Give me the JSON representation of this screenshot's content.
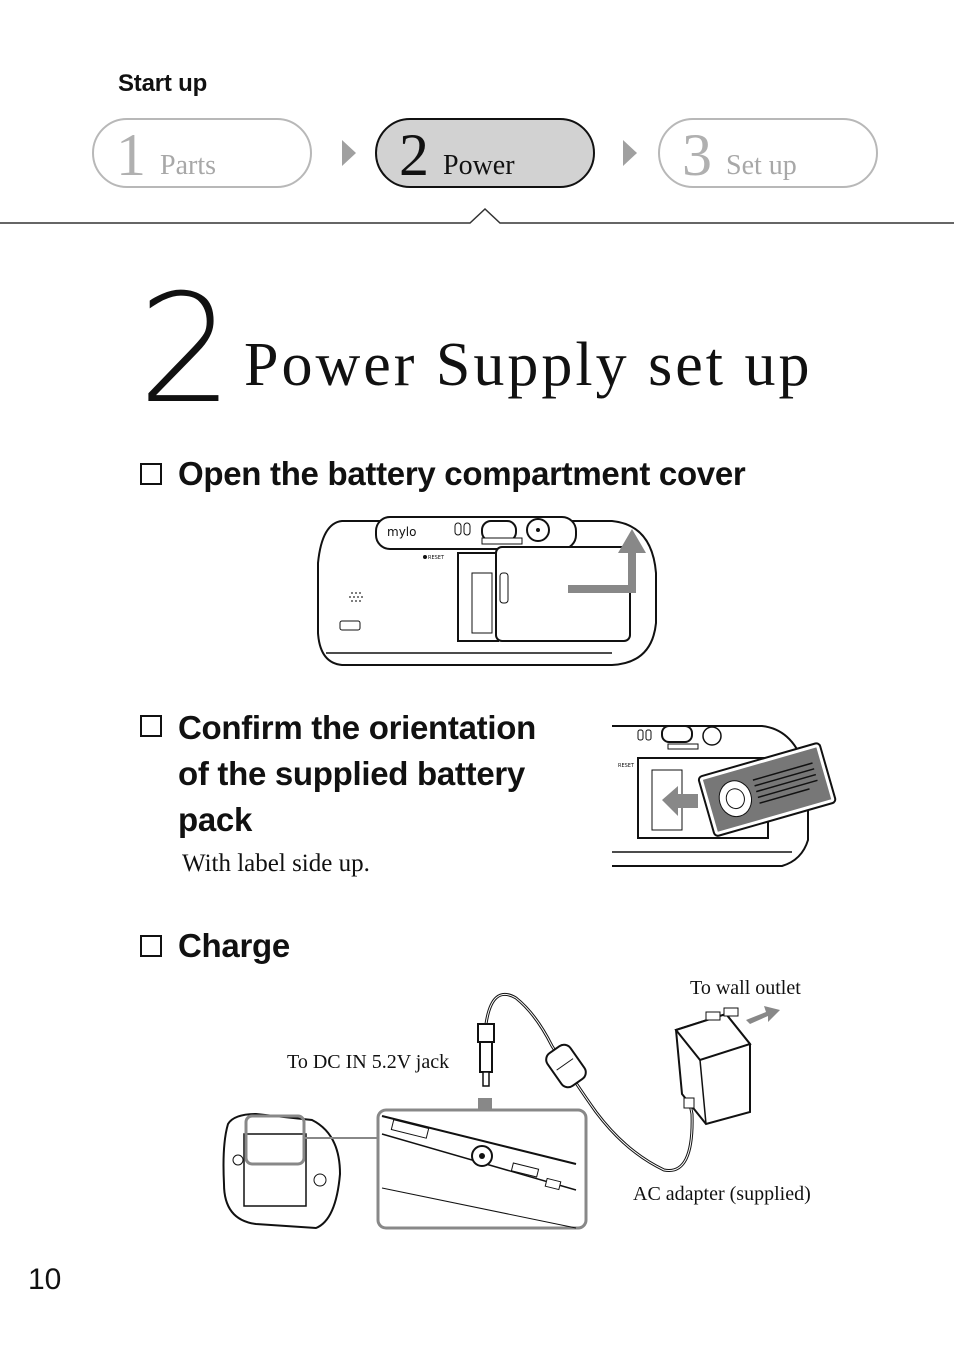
{
  "header": {
    "section_label": "Start up",
    "steps": [
      {
        "num": "1",
        "label": "Parts",
        "active": false
      },
      {
        "num": "2",
        "label": "Power",
        "active": true
      },
      {
        "num": "3",
        "label": "Set up",
        "active": false
      }
    ]
  },
  "title": {
    "number": "2",
    "text": "Power Supply set up"
  },
  "steps": [
    {
      "heading": "Open the battery compartment cover"
    },
    {
      "heading_lines": [
        "Confirm the orientation",
        "of the supplied battery",
        "pack"
      ],
      "note": "With label side up."
    },
    {
      "heading": "Charge"
    }
  ],
  "illustrations": {
    "device_brand": "mylo",
    "reset_label": "RESET",
    "charge_captions": {
      "wall": "To wall outlet",
      "dc_jack": "To DC IN 5.2V jack",
      "adapter": "AC adapter (supplied)"
    }
  },
  "footer": {
    "page_number": "10"
  },
  "colors": {
    "step_active_bg": "#d2d2d2",
    "step_inactive_border": "#b8b8b8",
    "arrow": "#a0a0a0",
    "illustration_gray": "#888888"
  }
}
